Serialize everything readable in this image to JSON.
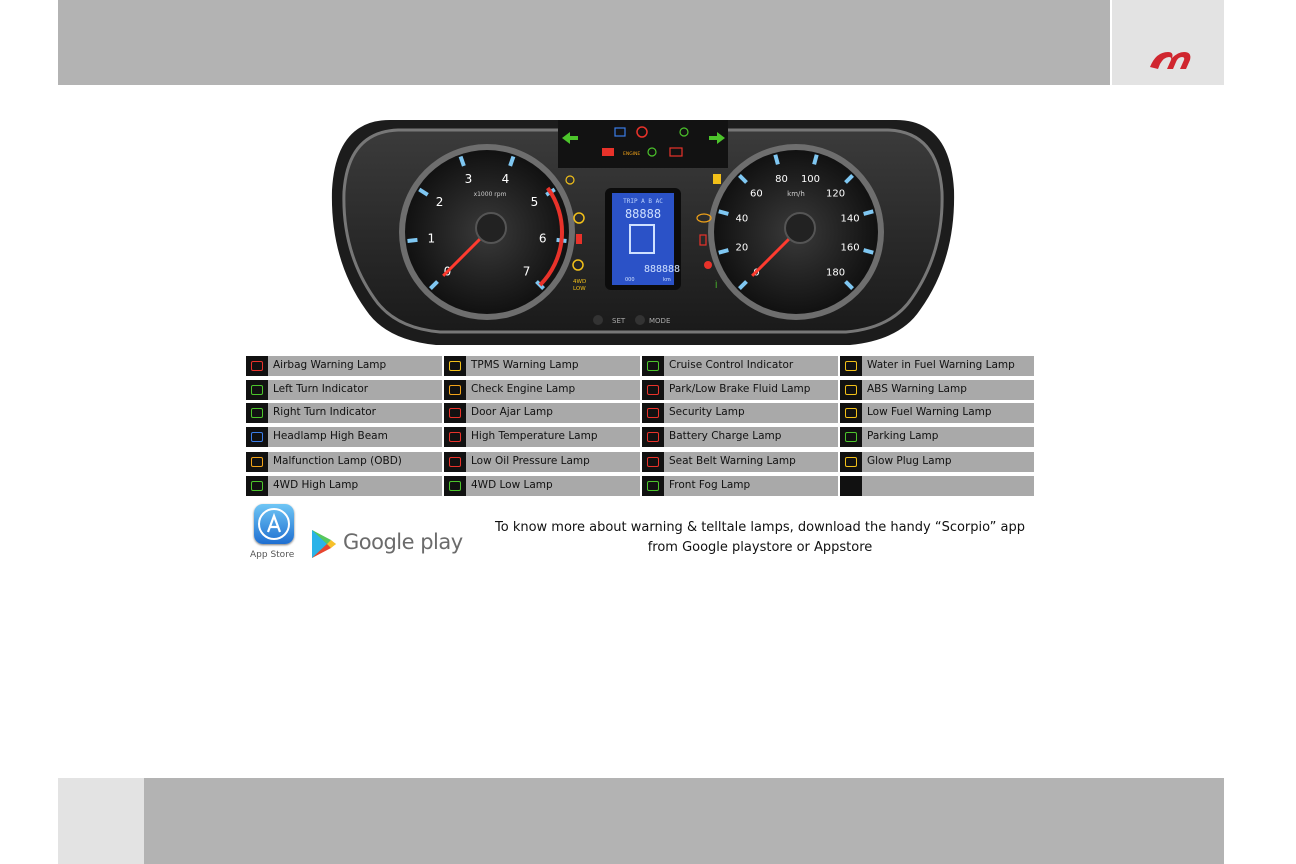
{
  "legend": [
    {
      "label": "Airbag Warning Lamp",
      "icon": "airbag-icon",
      "color": "#e8322a"
    },
    {
      "label": "TPMS Warning Lamp",
      "icon": "tpms-icon",
      "color": "#f2c019"
    },
    {
      "label": "Cruise Control Indicator",
      "icon": "cruise-icon",
      "color": "#4cc42b"
    },
    {
      "label": "Water in Fuel Warning Lamp",
      "icon": "water-fuel-icon",
      "color": "#f2c019"
    },
    {
      "label": "Left Turn Indicator",
      "icon": "left-arrow-icon",
      "color": "#4cc42b"
    },
    {
      "label": "Check Engine Lamp",
      "icon": "check-engine-icon",
      "color": "#f2a319"
    },
    {
      "label": "Park/Low Brake Fluid Lamp",
      "icon": "brake-icon",
      "color": "#e8322a"
    },
    {
      "label": "ABS Warning Lamp",
      "icon": "abs-icon",
      "color": "#f2c019"
    },
    {
      "label": "Right Turn Indicator",
      "icon": "right-arrow-icon",
      "color": "#4cc42b"
    },
    {
      "label": "Door Ajar Lamp",
      "icon": "door-icon",
      "color": "#e8322a"
    },
    {
      "label": "Security Lamp",
      "icon": "security-icon",
      "color": "#e8322a"
    },
    {
      "label": "Low Fuel Warning Lamp",
      "icon": "fuel-icon",
      "color": "#f2c019"
    },
    {
      "label": "Headlamp High Beam",
      "icon": "high-beam-icon",
      "color": "#3b7de8"
    },
    {
      "label": "High Temperature Lamp",
      "icon": "temperature-icon",
      "color": "#e8322a"
    },
    {
      "label": "Battery Charge Lamp",
      "icon": "battery-icon",
      "color": "#e8322a"
    },
    {
      "label": "Parking Lamp",
      "icon": "parking-lamp-icon",
      "color": "#4cc42b"
    },
    {
      "label": "Malfunction Lamp (OBD)",
      "icon": "engine-icon",
      "color": "#f2a319"
    },
    {
      "label": "Low Oil Pressure Lamp",
      "icon": "oil-icon",
      "color": "#e8322a"
    },
    {
      "label": "Seat Belt Warning Lamp",
      "icon": "seatbelt-icon",
      "color": "#e8322a"
    },
    {
      "label": "Glow Plug Lamp",
      "icon": "glow-plug-icon",
      "color": "#f2c019"
    },
    {
      "label": "4WD High Lamp",
      "icon": "4wd-high-icon",
      "color": "#4cc42b"
    },
    {
      "label": "4WD Low Lamp",
      "icon": "4wd-low-icon",
      "color": "#4cc42b"
    },
    {
      "label": "Front Fog Lamp",
      "icon": "fog-lamp-icon",
      "color": "#4cc42b"
    },
    {
      "label": "",
      "icon": "",
      "color": ""
    }
  ],
  "cluster": {
    "tach_ticks": [
      "0",
      "1",
      "2",
      "3",
      "4",
      "5",
      "6",
      "7"
    ],
    "tach_unit": "x1000 rpm",
    "speed_ticks": [
      "0",
      "20",
      "40",
      "60",
      "80",
      "100",
      "120",
      "140",
      "160",
      "180"
    ],
    "speed_unit": "km/h",
    "lcd_top": "TRIP A B AC",
    "lcd_odo": "888888",
    "lcd_km": "km",
    "lcd_trip": "88888",
    "lcd_bottom": "000",
    "btn_set": "SET",
    "btn_mode": "MODE",
    "engine_text": "ENGINE",
    "four_wd": "4WD",
    "low": "LOW"
  },
  "stores": {
    "appstore_label": "App Store",
    "gplay_label": "Google play"
  },
  "info": {
    "line1": "To know more about warning & telltale lamps, download the handy “Scorpio” app",
    "line2": "from Google playstore or Appstore"
  },
  "colors": {
    "header": "#b3b3b3",
    "logo_red": "#d0262f"
  }
}
